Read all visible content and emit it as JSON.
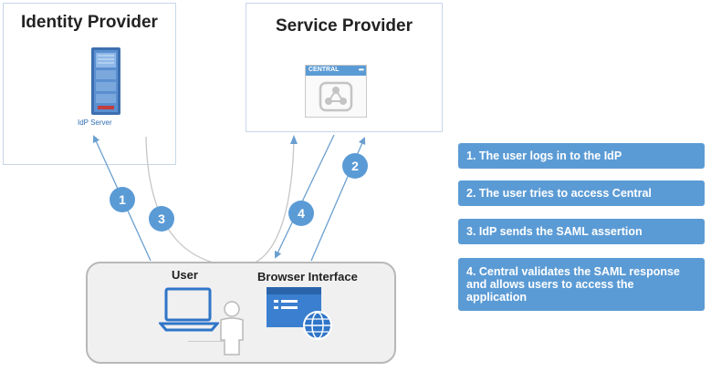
{
  "idp": {
    "title": "Identity Provider",
    "server_label": "IdP Server"
  },
  "sp": {
    "title": "Service Provider",
    "app_label": "CENTRAL"
  },
  "client": {
    "user_label": "User",
    "browser_label": "Browser Interface"
  },
  "steps": [
    {
      "number": "1",
      "text": "1. The user logs in to the IdP"
    },
    {
      "number": "2",
      "text": "2. The user tries to access Central"
    },
    {
      "number": "3",
      "text": "3. IdP sends the SAML assertion"
    },
    {
      "number": "4",
      "text": "4. Central validates the SAML response and allows users to access the application"
    }
  ],
  "colors": {
    "accent": "#5b9bd5",
    "arrow": "#6b9fcf",
    "border": "#c7d7ea"
  }
}
